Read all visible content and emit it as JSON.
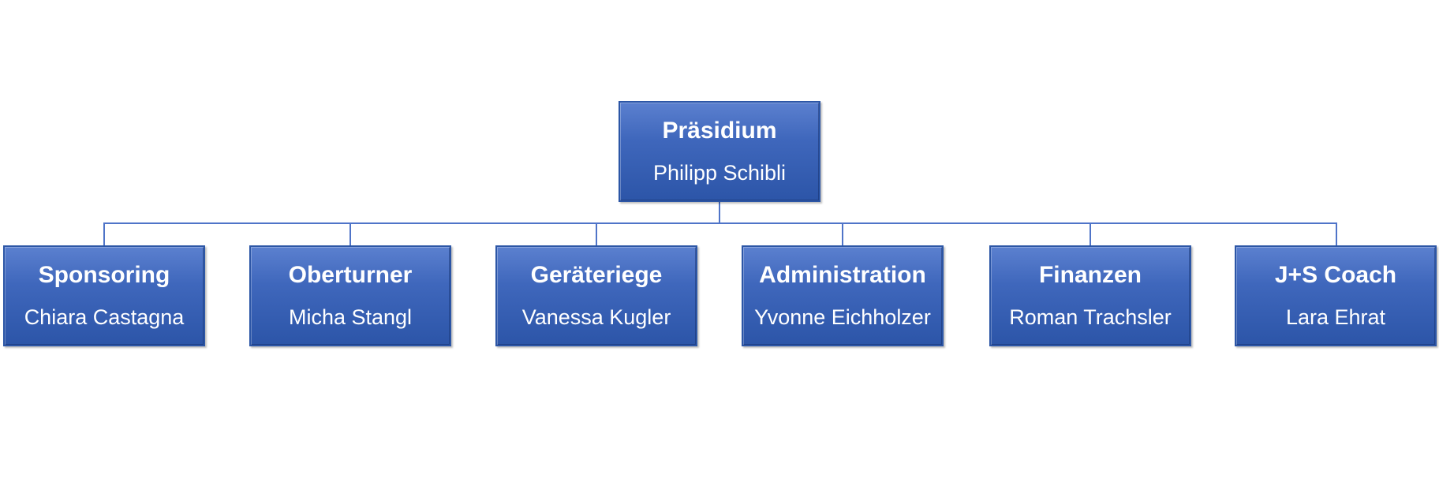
{
  "colors": {
    "box_fill": "#3f67bc",
    "box_border": "#2c56a6",
    "connector": "#4f74c8",
    "text": "#ffffff"
  },
  "root": {
    "role": "Präsidium",
    "person": "Philipp Schibli"
  },
  "children": [
    {
      "role": "Sponsoring",
      "person": "Chiara Castagna"
    },
    {
      "role": "Oberturner",
      "person": "Micha Stangl"
    },
    {
      "role": "Geräteriege",
      "person": "Vanessa Kugler"
    },
    {
      "role": "Administration",
      "person": "Yvonne Eichholzer"
    },
    {
      "role": "Finanzen",
      "person": "Roman Trachsler"
    },
    {
      "role": "J+S Coach",
      "person": "Lara Ehrat"
    }
  ]
}
